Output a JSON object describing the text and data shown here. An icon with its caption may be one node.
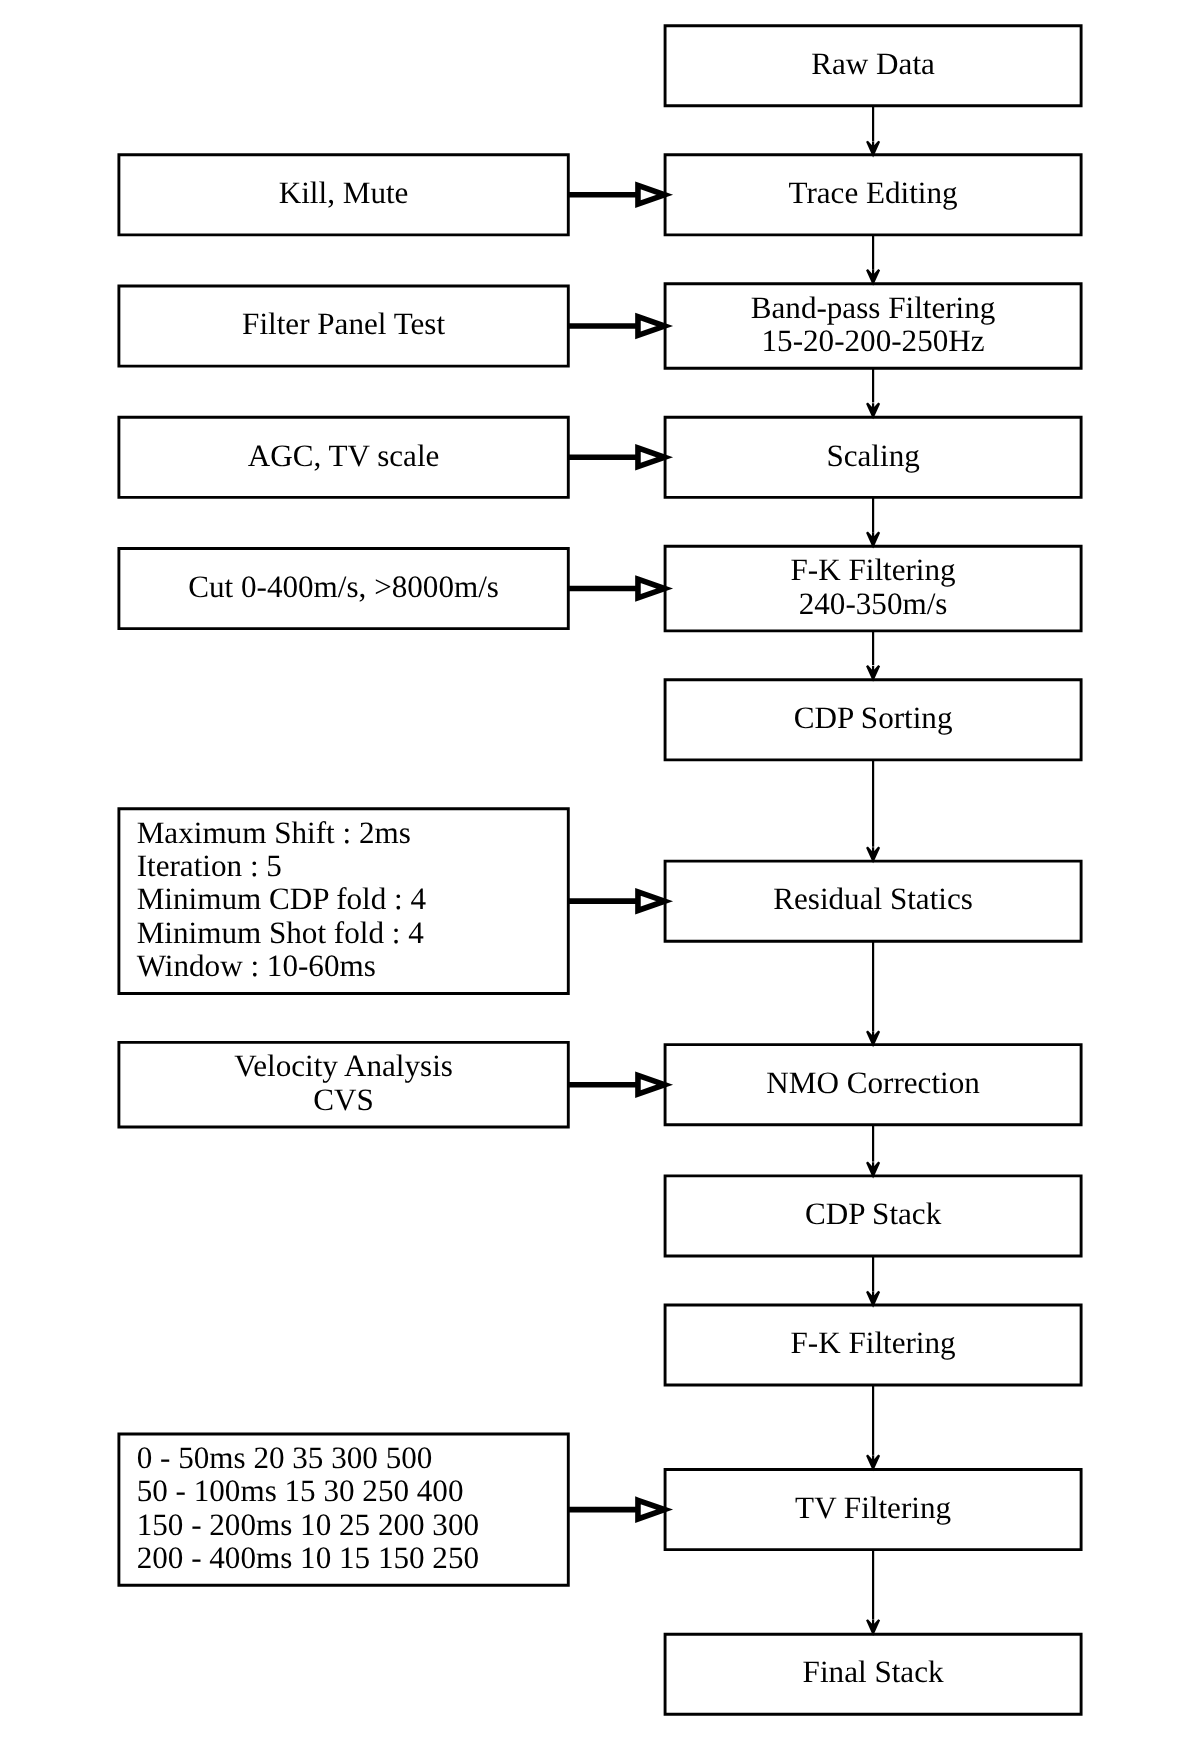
{
  "diagram": {
    "nodes": [
      {
        "text": [
          "Raw Data"
        ]
      },
      {
        "text": [
          "Trace Editing"
        ]
      },
      {
        "text": [
          "Kill, Mute"
        ]
      },
      {
        "text": [
          "Band-pass Filtering",
          "15-20-200-250Hz"
        ]
      },
      {
        "text": [
          "Filter Panel Test"
        ]
      },
      {
        "text": [
          "Scaling"
        ]
      },
      {
        "text": [
          "AGC, TV scale"
        ]
      },
      {
        "text": [
          "F-K Filtering",
          "240-350m/s"
        ]
      },
      {
        "text": [
          "Cut 0-400m/s, >8000m/s"
        ]
      },
      {
        "text": [
          "CDP Sorting"
        ]
      },
      {
        "text": [
          "Maximum Shift : 2ms",
          "Iteration : 5",
          "Minimum CDP fold : 4",
          "Minimum Shot fold : 4",
          "Window : 10-60ms"
        ]
      },
      {
        "text": [
          "Residual Statics"
        ]
      },
      {
        "text": [
          "Velocity Analysis",
          "CVS"
        ]
      },
      {
        "text": [
          "NMO Correction"
        ]
      },
      {
        "text": [
          "CDP Stack"
        ]
      },
      {
        "text": [
          "F-K Filtering"
        ]
      },
      {
        "text": [
          "TV Filtering"
        ]
      },
      {
        "text": [
          "0 - 50ms 20 35 300 500",
          "50 - 100ms 15 30 250 400",
          "150 - 200ms 10 25 200 300",
          "200 - 400ms 10 15 150 250"
        ]
      },
      {
        "text": [
          "Final Stack"
        ]
      }
    ],
    "edges": [
      {
        "from": 0,
        "to": 1,
        "arrow": "to"
      },
      {
        "from": 2,
        "to": 1,
        "arrow": "to",
        "style": "thick"
      },
      {
        "from": 1,
        "to": 3,
        "arrow": "to"
      },
      {
        "from": 4,
        "to": 3,
        "arrow": "to",
        "style": "thick"
      },
      {
        "from": 3,
        "to": 5,
        "arrow": "to"
      },
      {
        "from": 6,
        "to": 5,
        "arrow": "to",
        "style": "thick"
      },
      {
        "from": 5,
        "to": 7,
        "arrow": "to"
      },
      {
        "from": 8,
        "to": 7,
        "arrow": "to",
        "style": "thick"
      },
      {
        "from": 7,
        "to": 9,
        "arrow": "to"
      },
      {
        "from": 9,
        "to": 11,
        "arrow": "to"
      },
      {
        "from": 10,
        "to": 11,
        "arrow": "to",
        "style": "thick"
      },
      {
        "from": 11,
        "to": 13,
        "arrow": "to"
      },
      {
        "from": 12,
        "to": 13,
        "arrow": "to",
        "style": "thick"
      },
      {
        "from": 13,
        "to": 14,
        "arrow": "to"
      },
      {
        "from": 14,
        "to": 15,
        "arrow": "to"
      },
      {
        "from": 15,
        "to": 16,
        "arrow": "to"
      },
      {
        "from": 17,
        "to": 16,
        "arrow": "to",
        "style": "thick"
      },
      {
        "from": 16,
        "to": 18,
        "arrow": "to"
      }
    ]
  }
}
